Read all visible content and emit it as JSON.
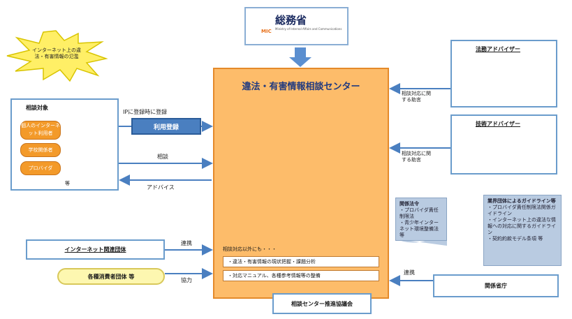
{
  "ministry": {
    "name": "総務省",
    "abbr": "MIC",
    "subtext": "Ministry of Internal Affairs and Communications"
  },
  "burst": {
    "text": "インターネット上の違法・有害情報の氾濫"
  },
  "center": {
    "title": "違法・有害情報相談センター",
    "bottom_label": "相談対応以外にも・・・",
    "tasks": [
      "・違法・有害情報の現状把握・課題分析",
      "・対応マニュアル、各種参考情報等の整備"
    ]
  },
  "consult": {
    "title": "相談対象",
    "pills": [
      "個人のインターネット利用者",
      "学校関係者",
      "プロバイダ"
    ],
    "etc": "等"
  },
  "register": {
    "top_label": "IPに登録時に登録",
    "button": "利用登録"
  },
  "arrows": {
    "consult": "相談",
    "advice": "アドバイス",
    "renkei1": "連携",
    "kyoryoku": "協力",
    "renkei2": "連携"
  },
  "legal": {
    "title": "法務アドバイザー",
    "label": "相談対応に関する助言"
  },
  "tech": {
    "title": "技術アドバイザー",
    "label": "相談対応に関する助言"
  },
  "orgs": {
    "internet_hotline": "インターネット関連団体",
    "consumer": "各種消費者団体 等",
    "agencies": "関係省庁"
  },
  "council": {
    "label": "相談センター推進協議会"
  },
  "note_laws": {
    "title": "関係法令",
    "lines": [
      "・プロバイダ責任制限法",
      "・青少年インターネット環境整備法",
      "等"
    ]
  },
  "note_guides": {
    "title": "業界団体によるガイドライン等",
    "lines": [
      "・プロバイダ責任制限法関係ガイドライン",
      "・インターネット上の違法な情報への対応に関するガイドライン",
      "・契約約款モデル条項 等"
    ]
  },
  "colors": {
    "center_fill": "#fdbc6a",
    "center_border": "#e48a2a",
    "box_border": "#6a9ccc",
    "arrow": "#4a7fc0",
    "title": "#203a80"
  }
}
